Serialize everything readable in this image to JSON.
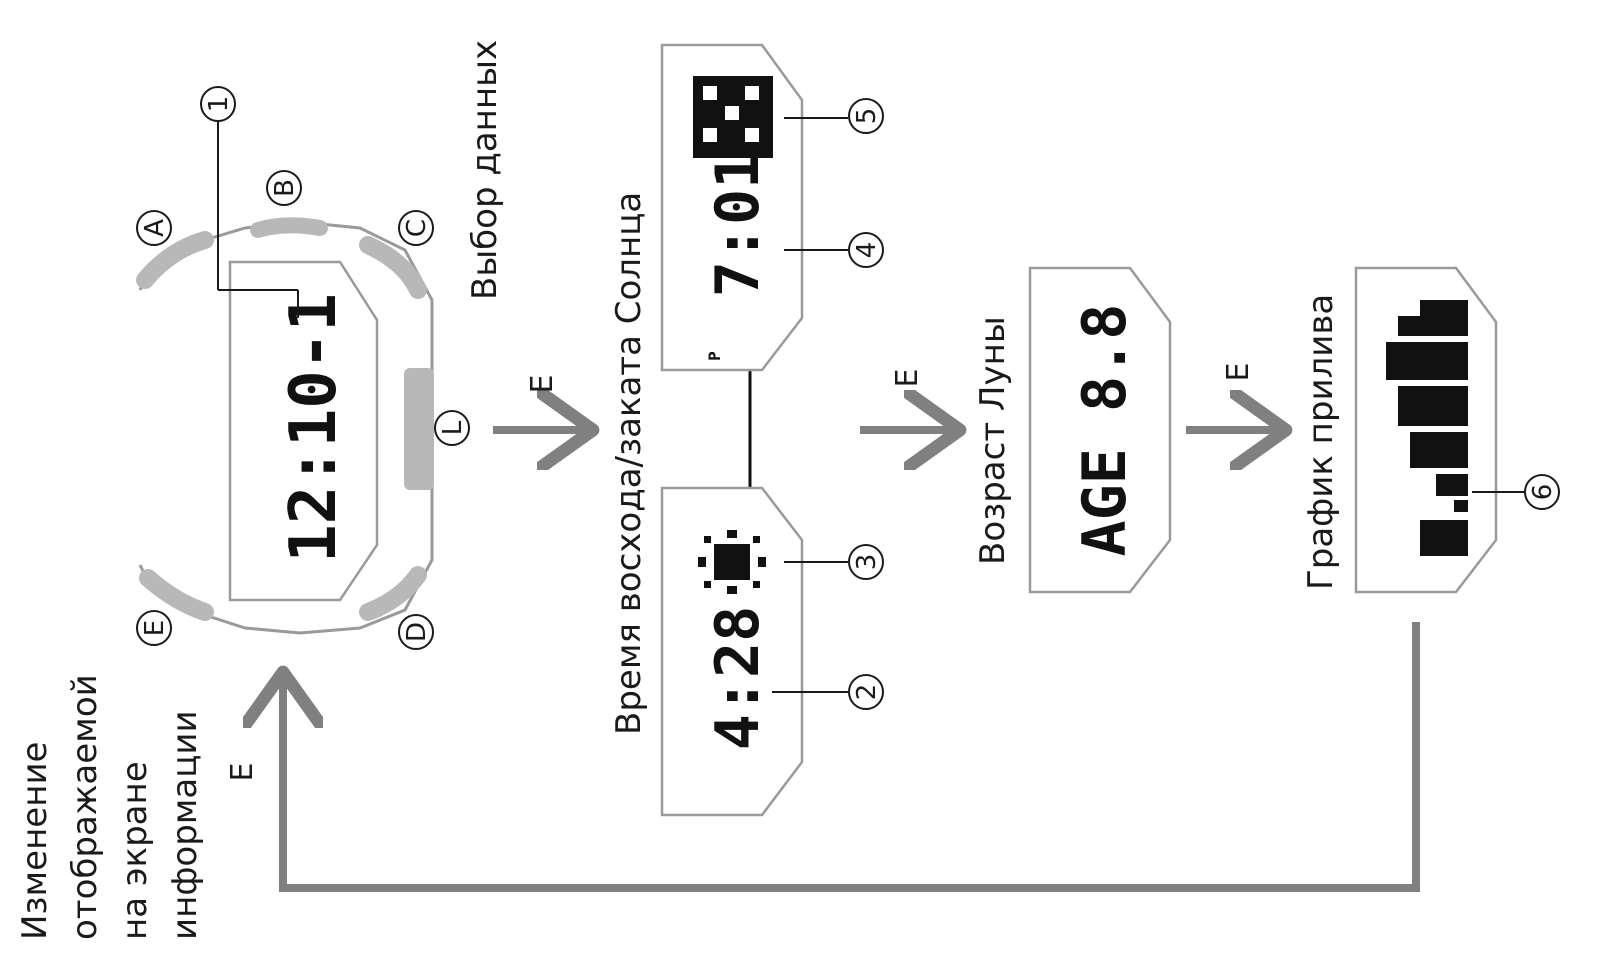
{
  "watch": {
    "buttons": {
      "a": "A",
      "b": "B",
      "c": "C",
      "d": "D",
      "e": "E",
      "l": "L"
    },
    "display": "12:10-1",
    "callout": "1"
  },
  "labels": {
    "change_display": "Изменение отображаемой на экране информации",
    "data_select": "Выбор данных",
    "sun_times": "Время восхода/заката Солнца",
    "moon_age": "Возраст Луны",
    "tide_graph": "График прилива"
  },
  "arrows": {
    "e1": "E",
    "e2": "E",
    "e3": "E",
    "e_return": "E"
  },
  "screens": {
    "sunrise": {
      "time": "4:28",
      "callout_time": "2",
      "callout_icon": "3"
    },
    "sunset": {
      "pm": "P",
      "time": "7:01",
      "callout_time": "4",
      "callout_icon": "5"
    },
    "moon": {
      "text": "AGE 8.8"
    },
    "tide": {
      "callout": "6"
    }
  },
  "colors": {
    "arrow": "#808080",
    "outline": "#9a9a9a",
    "button": "#b8b8b8",
    "ink": "#111111"
  }
}
